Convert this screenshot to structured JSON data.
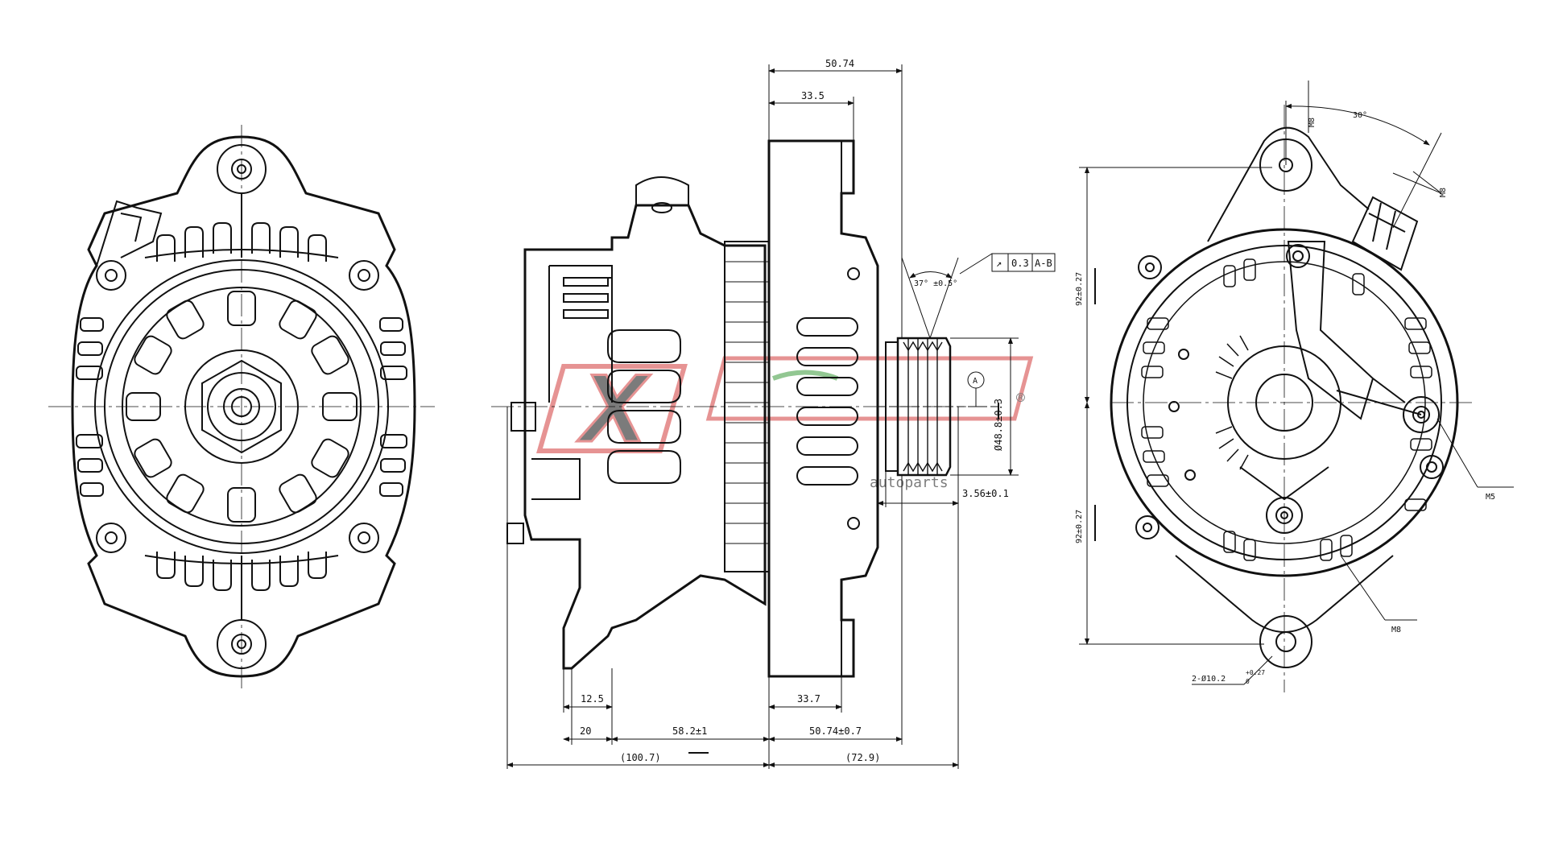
{
  "watermark": {
    "brand": "X",
    "tagline": "autoparts",
    "reg": "®",
    "color": "#d23b3b"
  },
  "side_view": {
    "top_overall": "50.74",
    "top_inner": "33.5",
    "runout": "0.3",
    "runout_ref": "A-B",
    "runout_symbol": "↗",
    "belt_angle": "37° ±0.5°",
    "datum": "A",
    "pulley_dia": "Ø48.8±0.3",
    "pulley_offset": "3.56±0.1",
    "bottom_12_5": "12.5",
    "bottom_20": "20",
    "bottom_58_2": "58.2±1",
    "bottom_33_7": "33.7",
    "bottom_50_74": "50.74±0.7",
    "bottom_100_7": "(100.7)",
    "bottom_72_9": "(72.9)"
  },
  "rear_view": {
    "thread_top": "M8",
    "angle": "30°",
    "thread_right_top": "M8",
    "height_upper": "92±0.27",
    "height_lower": "92±0.27",
    "terminal": "M5",
    "thread_bottom": "M8",
    "holes": "2-Ø10.2",
    "hole_tol": "+0.27",
    "hole_tol_low": "0"
  }
}
